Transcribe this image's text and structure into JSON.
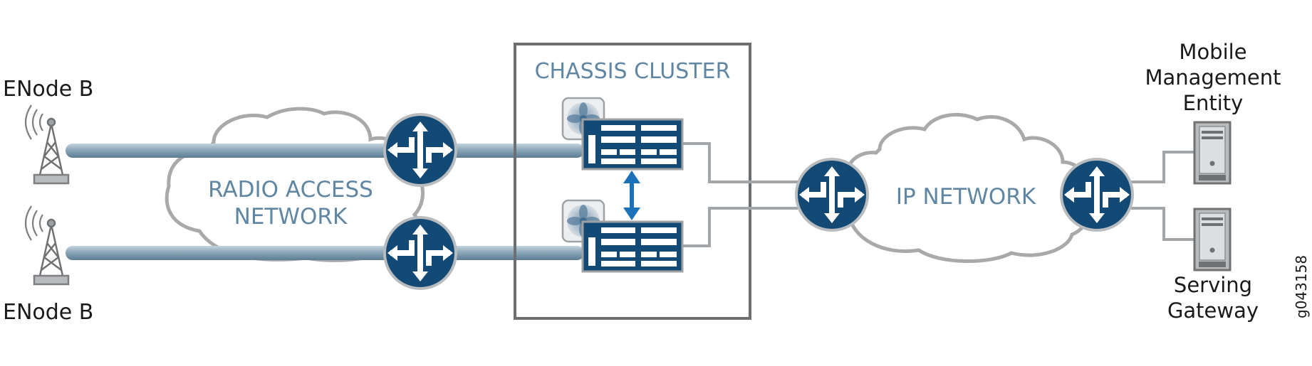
{
  "labels": {
    "enodeb_top": "ENode B",
    "enodeb_bottom": "ENode B",
    "radio_access_line1": "RADIO ACCESS",
    "radio_access_line2": "NETWORK",
    "chassis_cluster": "CHASSIS CLUSTER",
    "ip_network": "IP NETWORK",
    "mme_line1": "Mobile",
    "mme_line2": "Management",
    "mme_line3": "Entity",
    "sgw_line1": "Serving",
    "sgw_line2": "Gateway",
    "figure_id": "g043158"
  },
  "colors": {
    "router_fill": "#134a75",
    "cloud_stroke": "#a7a9ab",
    "pipe": "#8ca7b8",
    "link": "#a3a6a8",
    "cluster_border": "#6d6e70",
    "accent_blue": "#1c72b8",
    "text_blue": "#5f87a3"
  }
}
